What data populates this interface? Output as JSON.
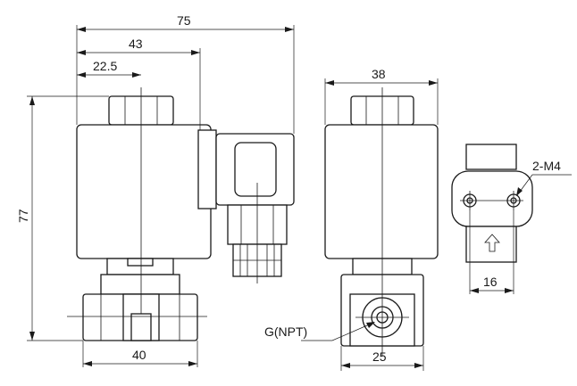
{
  "dimensions": {
    "overall_width": "75",
    "coil_width": "43",
    "center_offset": "22.5",
    "overall_height": "77",
    "body_length": "40",
    "side_width": "38",
    "side_body_width": "25",
    "port_label": "G(NPT)",
    "mount_holes": "2-M4",
    "mount_spacing": "16"
  },
  "colors": {
    "line": "#1a1a1a",
    "background": "#ffffff"
  }
}
